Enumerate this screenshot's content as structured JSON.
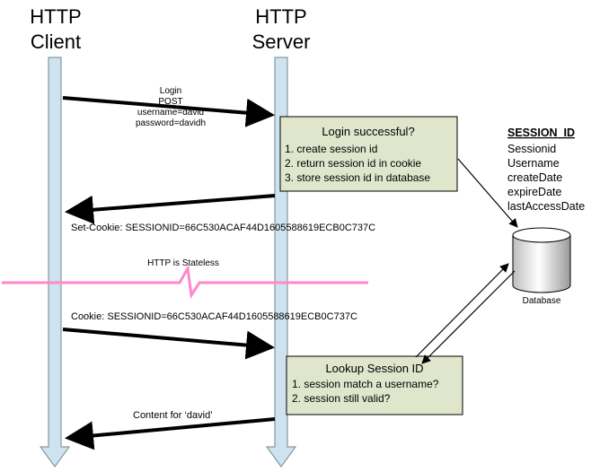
{
  "client": {
    "label_line1": "HTTP",
    "label_line2": "Client"
  },
  "server": {
    "label_line1": "HTTP",
    "label_line2": "Server"
  },
  "login_request": {
    "line1": "Login",
    "line2": "POST",
    "line3": "username=david",
    "line4": "password=davidh"
  },
  "login_box": {
    "title": "Login successful?",
    "items": [
      "1. create session id",
      "2. return session id in cookie",
      "3. store session id in database"
    ]
  },
  "set_cookie": {
    "text": "Set-Cookie: SESSIONID=66C530ACAF44D1605588619ECB0C737C"
  },
  "stateless": {
    "text": "HTTP is Stateless"
  },
  "cookie_request": {
    "text": "Cookie: SESSIONID=66C530ACAF44D1605588619ECB0C737C"
  },
  "lookup_box": {
    "title": "Lookup Session ID",
    "items": [
      "1.  session match a username?",
      "2.  session still valid?"
    ]
  },
  "content_response": {
    "text": "Content for ‘david’"
  },
  "session_table": {
    "title": "SESSION_ID",
    "fields": [
      "Sessionid",
      "Username",
      "createDate",
      "expireDate",
      "lastAccessDate"
    ]
  },
  "database": {
    "label": "Database"
  },
  "colors": {
    "lifeline_fill": "#cfe3ee",
    "lifeline_stroke": "#6f8694",
    "box_fill": "#dfe6cc",
    "stateless_line": "#ff88c8",
    "arrow": "#000000"
  }
}
